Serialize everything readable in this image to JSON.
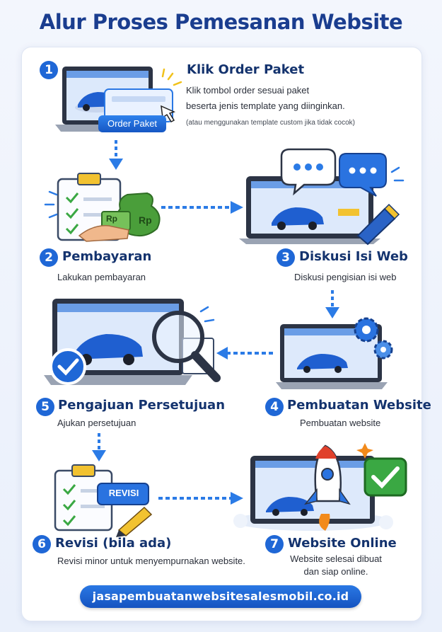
{
  "title": "Alur Proses Pemesanan Website",
  "steps": [
    {
      "number": "1",
      "title": "Klik Order Paket",
      "desc_line1": "Klik tombol order sesuai paket",
      "desc_line2": "beserta jenis template yang diinginkan.",
      "note": "(atau menggunakan template custom jika tidak cocok)",
      "button_label": "Order Paket"
    },
    {
      "number": "2",
      "title": "Pembayaran",
      "desc": "Lakukan pembayaran",
      "money_label": "Rp"
    },
    {
      "number": "3",
      "title": "Diskusi Isi Web",
      "desc": "Diskusi pengisian isi web"
    },
    {
      "number": "4",
      "title": "Pembuatan Website",
      "desc": "Pembuatan website"
    },
    {
      "number": "5",
      "title": "Pengajuan Persetujuan",
      "desc": "Ajukan persetujuan"
    },
    {
      "number": "6",
      "title": "Revisi (bila ada)",
      "desc": "Revisi minor untuk menyempurnakan website.",
      "badge": "REVISI"
    },
    {
      "number": "7",
      "title": "Website Online",
      "desc_line1": "Website selesai dibuat",
      "desc_line2": "dan siap online."
    }
  ],
  "footer_url": "jasapembuatanwebsitesalesmobil.co.id",
  "colors": {
    "primary": "#1f67d6",
    "title": "#1a3d8f",
    "accent_green": "#3aa843",
    "arrow": "#2b7be6"
  }
}
